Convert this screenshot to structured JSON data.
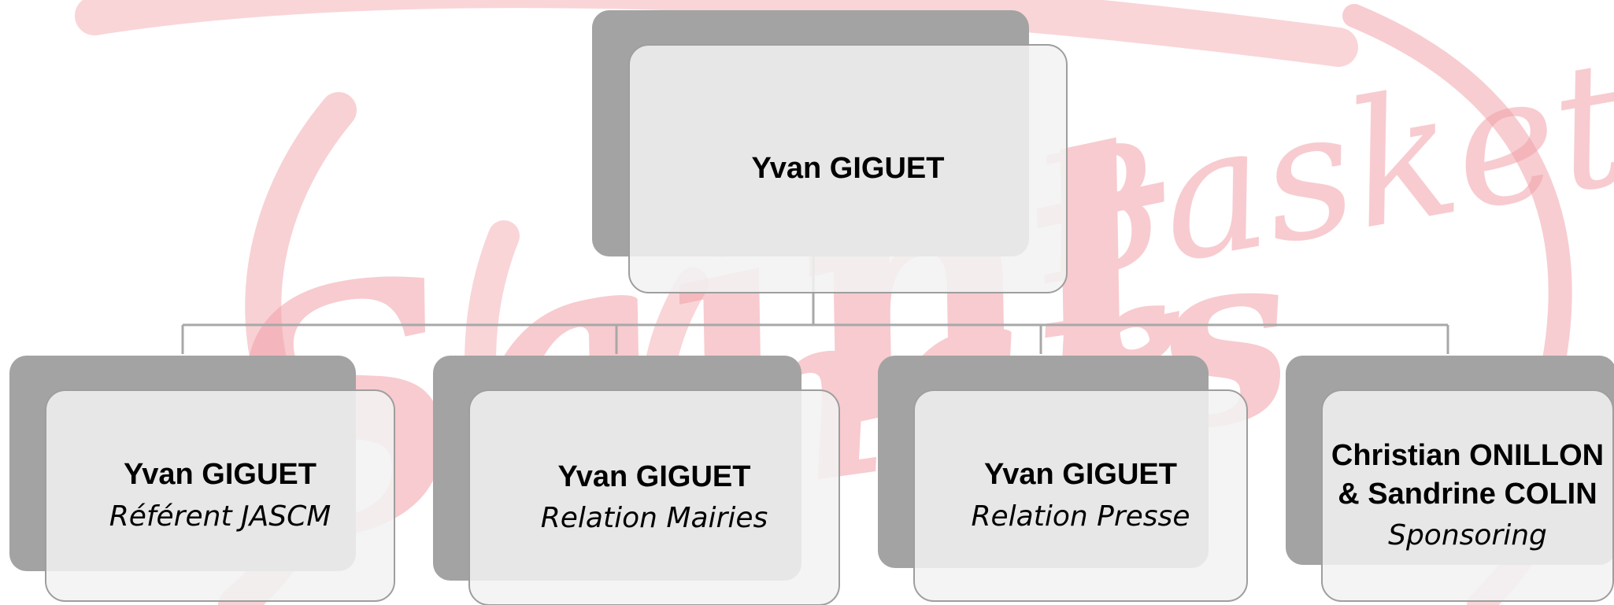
{
  "watermark": {
    "text_left": "Saint",
    "text_middle": "mars",
    "text_right": "Basket",
    "color": "#f0a0a8"
  },
  "colors": {
    "shadow": "#a3a3a3",
    "card_fill": "#f2f2f2",
    "card_border": "#9e9e9e",
    "connector": "#a8a8a8"
  },
  "root": {
    "name": "Yvan GIGUET"
  },
  "children": [
    {
      "name": "Yvan GIGUET",
      "role": "Référent JASCM"
    },
    {
      "name": "Yvan GIGUET",
      "role": "Relation Mairies"
    },
    {
      "name": "Yvan GIGUET",
      "role": "Relation Presse"
    },
    {
      "name": "Christian ONILLON\n& Sandrine COLIN",
      "role": "Sponsoring"
    }
  ]
}
